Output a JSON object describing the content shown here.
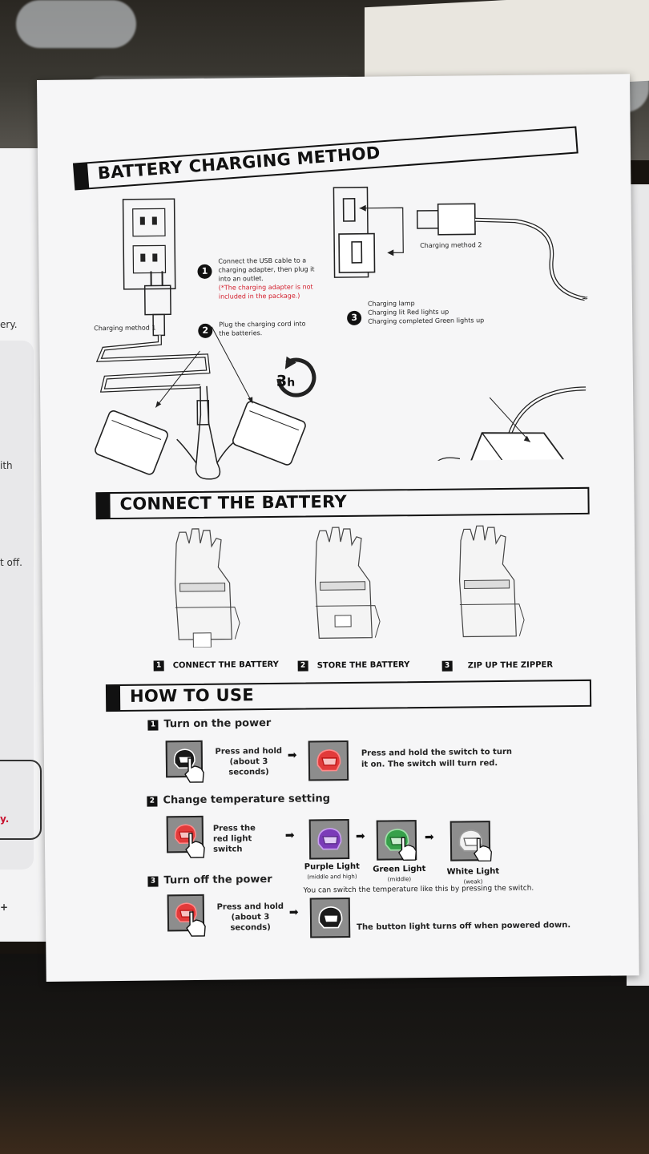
{
  "sections": {
    "charging": {
      "title": "BATTERY CHARGING METHOD"
    },
    "connect": {
      "title": "CONNECT THE BATTERY"
    },
    "howto": {
      "title": "HOW TO USE"
    }
  },
  "charging": {
    "step1": {
      "num": "1",
      "text": "Connect the USB cable to a charging adapter, then plug it into an outlet.",
      "note": "(*The charging adapter is not included in the package.)"
    },
    "step2": {
      "num": "2",
      "text": "Plug the charging cord into the batteries."
    },
    "step3": {
      "num": "3",
      "line1": "Charging lamp",
      "line2": "Charging lit Red lights up",
      "line3": "Charging completed Green lights up"
    },
    "method1_label": "Charging method",
    "method1_num": "1",
    "method2_label": "Charging method",
    "method2_num": "2",
    "time_badge": "3",
    "time_unit": "h"
  },
  "connect": {
    "steps": [
      {
        "num": "1",
        "label": "CONNECT THE BATTERY"
      },
      {
        "num": "2",
        "label": "STORE THE BATTERY"
      },
      {
        "num": "3",
        "label": "ZIP UP THE ZIPPER"
      }
    ]
  },
  "howto": {
    "step1": {
      "num": "1",
      "title": "Turn on the power",
      "instruction": "Press and hold (about 3 seconds)",
      "result": "Press and hold the switch to turn it on. The switch will turn red."
    },
    "step2": {
      "num": "2",
      "title": "Change temperature setting",
      "instruction": "Press the red light switch",
      "lights": [
        {
          "name": "Purple Light",
          "level": "(middle and high)"
        },
        {
          "name": "Green Light",
          "level": "(middle)"
        },
        {
          "name": "White Light",
          "level": "(weak)"
        }
      ],
      "note": "You can switch the temperature like this by pressing the switch."
    },
    "step3": {
      "num": "3",
      "title": "Turn off the power",
      "instruction": "Press and hold (about 3 seconds)",
      "result": "The button light turns off when powered down."
    }
  },
  "left_page": {
    "frag1": "ery.",
    "frag2": "ith",
    "frag3": "t off.",
    "frag4": "y.",
    "frag5": "+"
  },
  "colors": {
    "red_light": "#e23b3b",
    "purple_light": "#7b3bb8",
    "green_light": "#36a04a",
    "white_light": "#f2f2f2",
    "off_light": "#1a1a1a",
    "note_red": "#d3202e"
  }
}
